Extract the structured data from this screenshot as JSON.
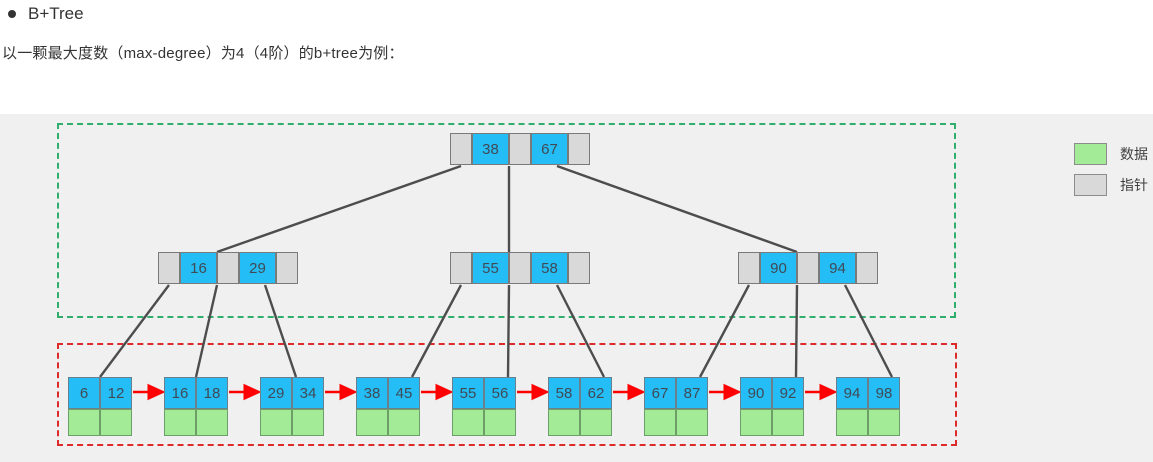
{
  "heading": {
    "bullet_icon": "bullet-dot-icon",
    "title": "B+Tree"
  },
  "intro": "以一颗最大度数（max-degree）为4（4阶）的b+tree为例：",
  "legend": {
    "items": [
      {
        "swatch": "green",
        "color": "#a3eb96",
        "label": "数据"
      },
      {
        "swatch": "gray",
        "color": "#d9d9d9",
        "label": "指针"
      }
    ]
  },
  "diagram": {
    "index_region_label": "index-region",
    "leaf_region_label": "leaf-region",
    "colors": {
      "key_cell": "#25bdf5",
      "pointer_cell": "#d9d9d9",
      "data_cell": "#a3eb96",
      "index_box_border": "#2fae6e",
      "leaf_box_border": "#dd2a2a",
      "edge_line": "#4d4d4d",
      "link_arrow": "#ff0000",
      "panel_background": "#f0f0f0"
    },
    "root": {
      "keys": [
        "38",
        "67"
      ],
      "pointers": 3
    },
    "internal": [
      {
        "keys": [
          "16",
          "29"
        ],
        "pointers": 3
      },
      {
        "keys": [
          "55",
          "58"
        ],
        "pointers": 3
      },
      {
        "keys": [
          "90",
          "94"
        ],
        "pointers": 3
      }
    ],
    "leaves": [
      {
        "keys": [
          "6",
          "12"
        ],
        "data": [
          "",
          ""
        ]
      },
      {
        "keys": [
          "16",
          "18"
        ],
        "data": [
          "",
          ""
        ]
      },
      {
        "keys": [
          "29",
          "34"
        ],
        "data": [
          "",
          ""
        ]
      },
      {
        "keys": [
          "38",
          "45"
        ],
        "data": [
          "",
          ""
        ]
      },
      {
        "keys": [
          "55",
          "56"
        ],
        "data": [
          "",
          ""
        ]
      },
      {
        "keys": [
          "58",
          "62"
        ],
        "data": [
          "",
          ""
        ]
      },
      {
        "keys": [
          "67",
          "87"
        ],
        "data": [
          "",
          ""
        ]
      },
      {
        "keys": [
          "90",
          "92"
        ],
        "data": [
          "",
          ""
        ]
      },
      {
        "keys": [
          "94",
          "98"
        ],
        "data": [
          "",
          ""
        ]
      }
    ]
  }
}
